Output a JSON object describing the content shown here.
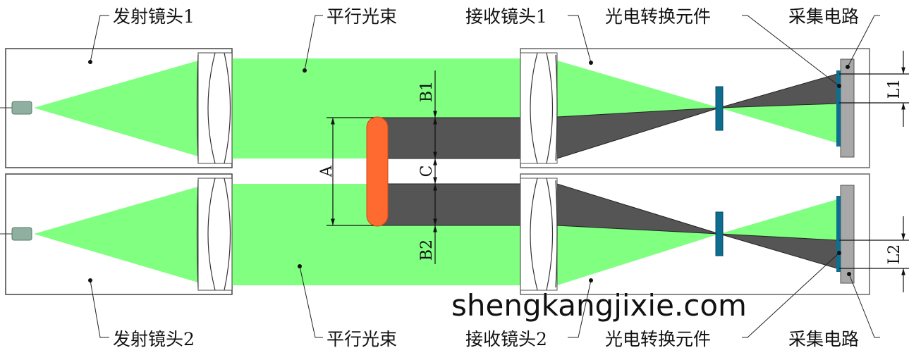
{
  "labels_top": [
    "发射镜头1",
    "平行光束",
    "接收镜头1",
    "光电转换元件",
    "采集电路"
  ],
  "labels_bottom": [
    "发射镜头2",
    "平行光束",
    "接收镜头2",
    "光电转换元件",
    "采集电路"
  ],
  "dimensions": {
    "a": "A",
    "b1": "B1",
    "c": "C",
    "b2": "B2",
    "l1": "L1",
    "l2": "L2"
  },
  "watermark": "shengkangjixie.com",
  "colors": {
    "beam": "#80ff80",
    "shadow": "#555555",
    "object": "#ff6a30",
    "sensor": "#0e6e90",
    "board": "#a8a8a8"
  }
}
